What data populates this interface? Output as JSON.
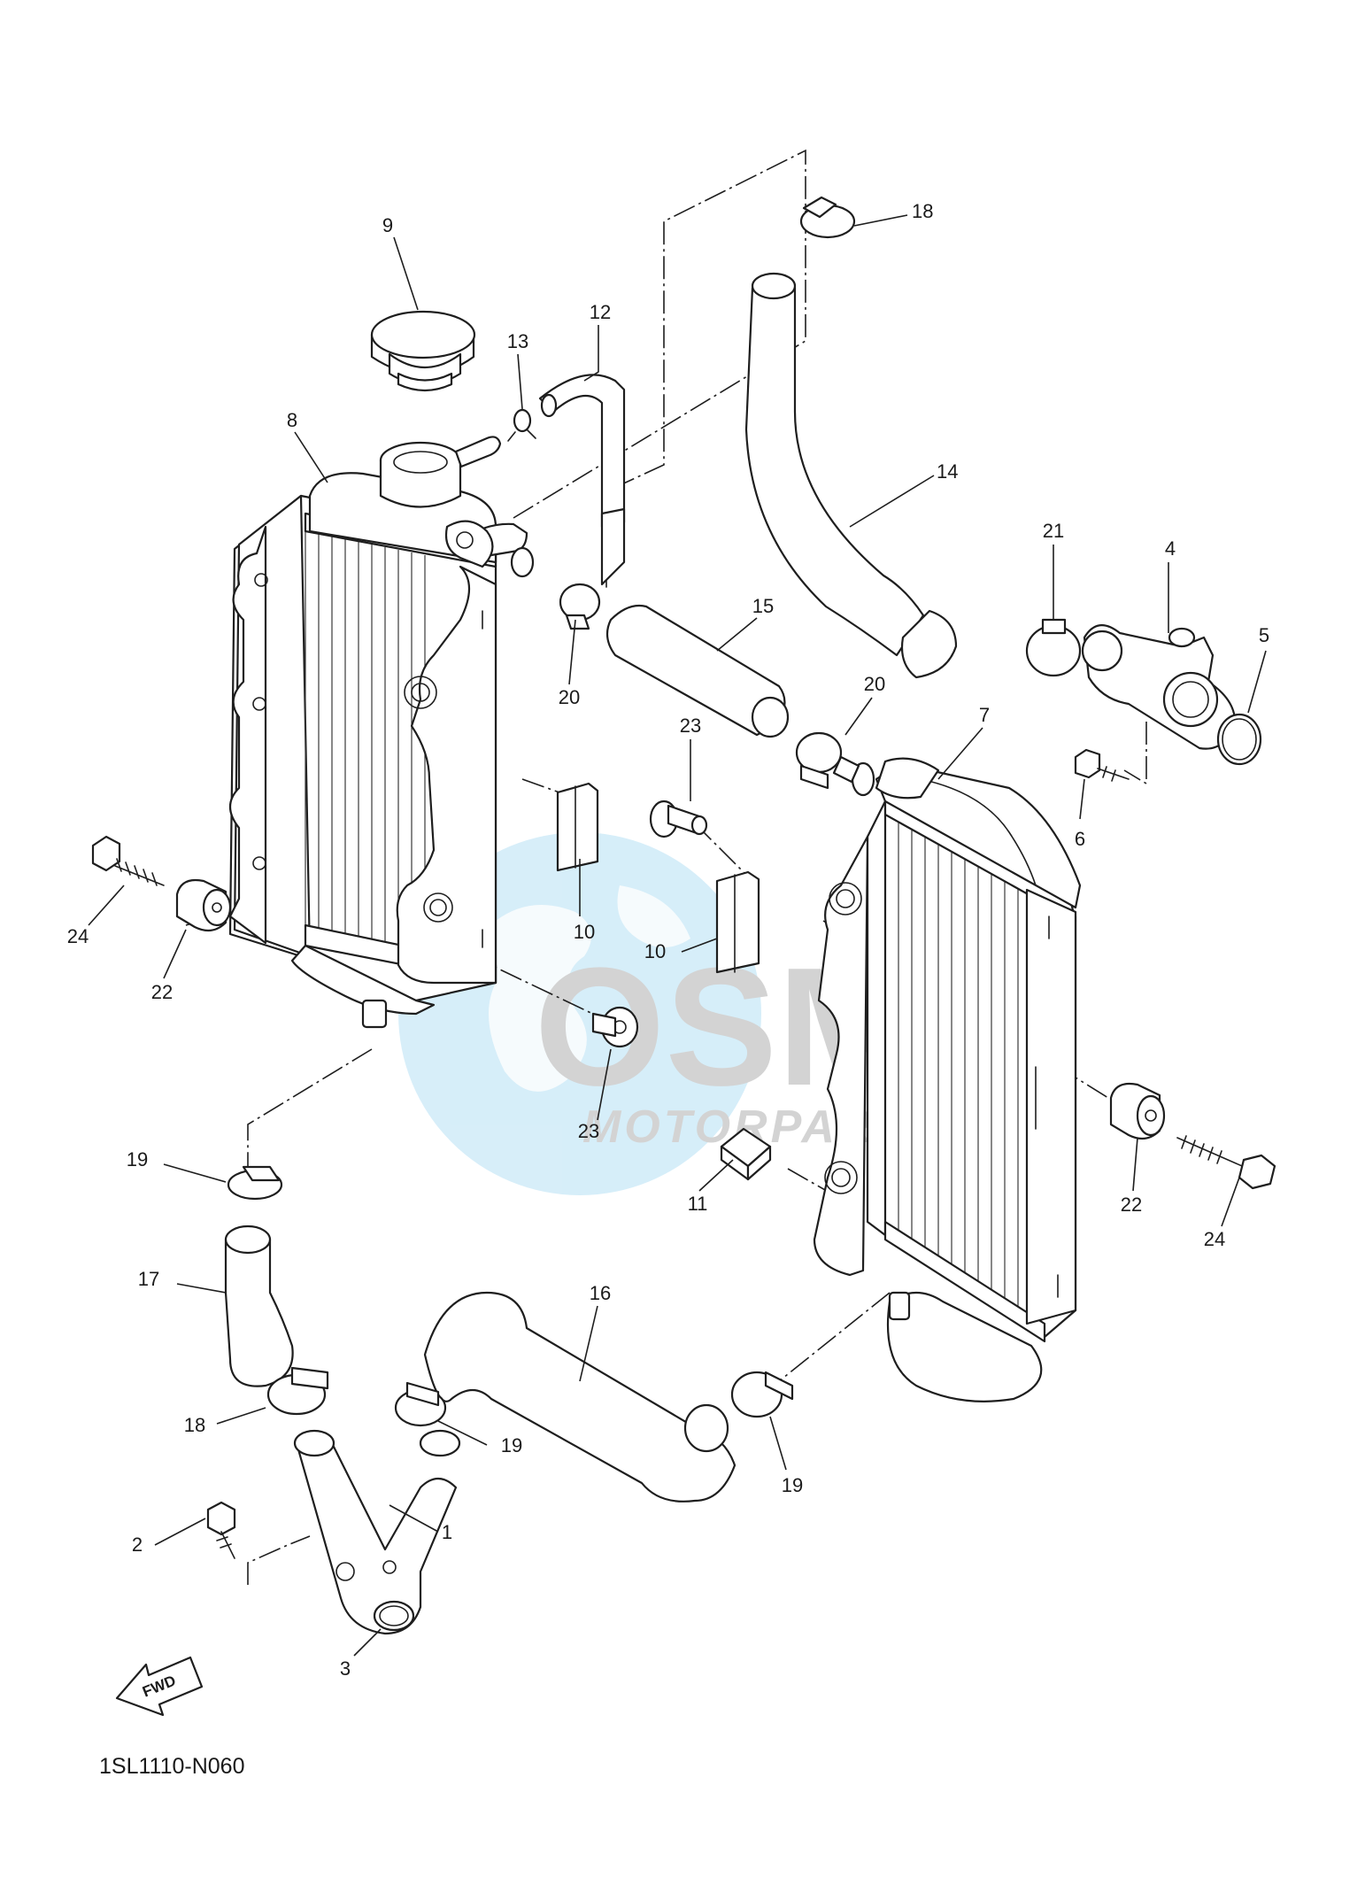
{
  "diagram": {
    "code": "1SL1110-N060",
    "fwd_label": "FWD",
    "watermark": {
      "brand": "OSM",
      "sub": "MOTORPARTS"
    },
    "callouts": {
      "c1": "1",
      "c2": "2",
      "c3": "3",
      "c4": "4",
      "c5": "5",
      "c6": "6",
      "c7": "7",
      "c8": "8",
      "c9": "9",
      "c10a": "10",
      "c10b": "10",
      "c11": "11",
      "c12": "12",
      "c13": "13",
      "c14": "14",
      "c15": "15",
      "c16": "16",
      "c17": "17",
      "c18a": "18",
      "c18b": "18",
      "c19a": "19",
      "c19b": "19",
      "c19c": "19",
      "c20a": "20",
      "c20b": "20",
      "c21": "21",
      "c22a": "22",
      "c22b": "22",
      "c23a": "23",
      "c23b": "23",
      "c24a": "24",
      "c24b": "24"
    }
  }
}
